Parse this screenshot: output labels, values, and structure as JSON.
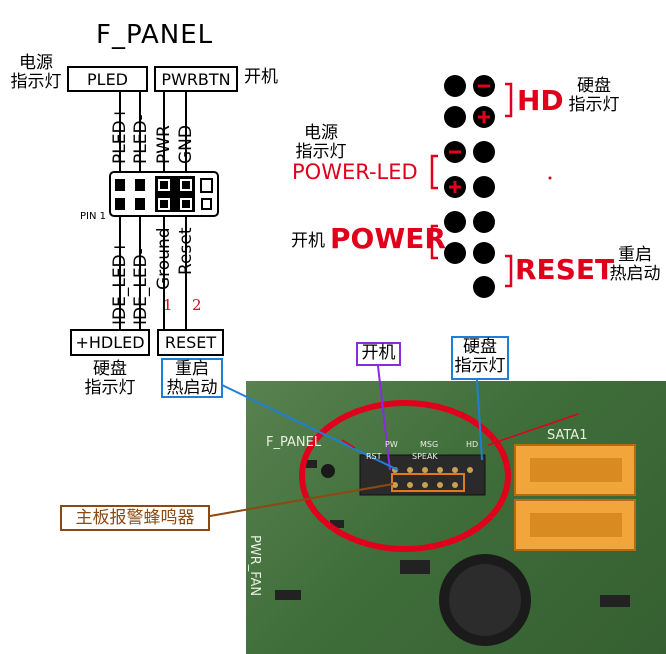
{
  "left_diagram": {
    "title": "F_PANEL",
    "pled_box": "PLED",
    "pwrbtn_box": "PWRBTN",
    "power_led_cn": [
      "电源",
      "指示灯"
    ],
    "power_switch_cn": "开机",
    "top_pins": [
      "PLED+",
      "PLED-",
      "PWR",
      "GND"
    ],
    "bottom_pins": [
      "IDE_LED+",
      "IDE_LED-",
      "Ground",
      "Reset"
    ],
    "pin1": "PIN 1",
    "num1": "1",
    "num2": "2",
    "hdled_box": "+HDLED",
    "reset_box": "RESET",
    "hdd_led_cn": [
      "硬盘",
      "指示灯"
    ],
    "restart_cn": [
      "重启",
      "热启动"
    ]
  },
  "right_diagram": {
    "hd": "HD",
    "hdd_led_cn": [
      "硬盘",
      "指示灯"
    ],
    "power_led_cn": [
      "电源",
      "指示灯"
    ],
    "power_led": "POWER-LED",
    "power_cn": "开机",
    "power": "POWER",
    "reset": "RESET",
    "restart_cn": [
      "重启",
      "热启动"
    ],
    "minus": "−",
    "plus": "+"
  },
  "photo": {
    "callout_power": "开机",
    "callout_hdd": [
      "硬盘",
      "指示灯"
    ],
    "callout_buzzer": "主板报警蜂鸣器",
    "board_f_panel": "F_PANEL",
    "board_sata": "SATA1",
    "board_pwr_fan": "PWR_FAN",
    "board_pw": "PW",
    "board_msg": "MSG",
    "board_rst": "RST",
    "board_speak": "SPEAK",
    "board_hd": "HD"
  },
  "colors": {
    "red": "#e0001b",
    "purple": "#8a2be2",
    "blue": "#1e7fd6",
    "brown": "#8b4a12",
    "pcb": "#3f6e3a"
  }
}
